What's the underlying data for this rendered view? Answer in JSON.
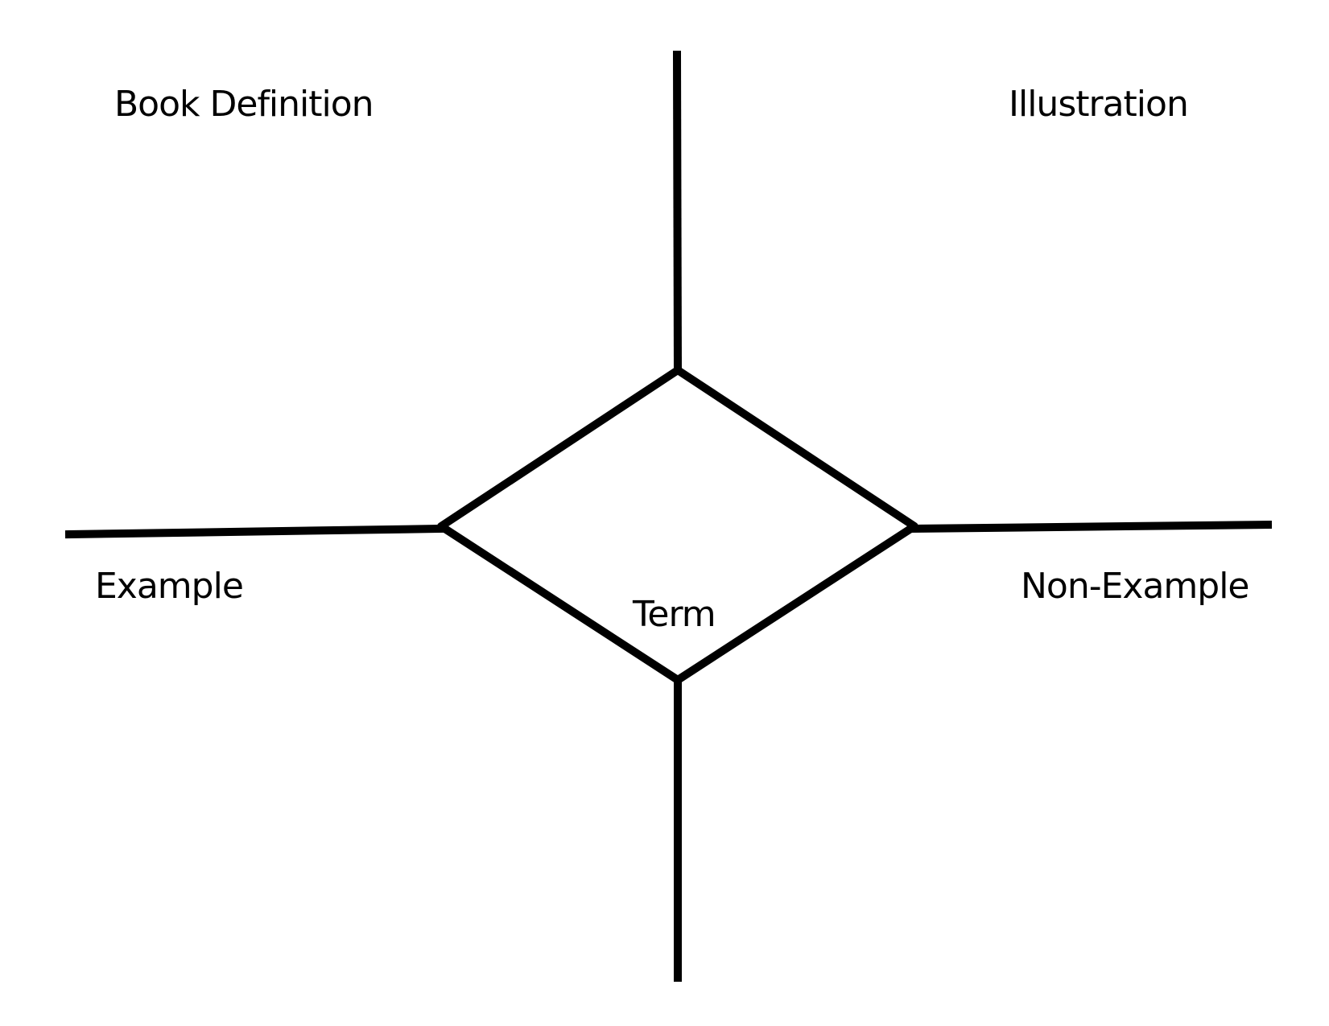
{
  "diagram": {
    "type": "frayer-model",
    "line_color": "#000000",
    "background": "#ffffff",
    "labels": {
      "top_left": "Book Definition",
      "top_right": "Illustration",
      "bottom_left": "Example",
      "bottom_right": "Non-Example",
      "center": "Term"
    }
  }
}
